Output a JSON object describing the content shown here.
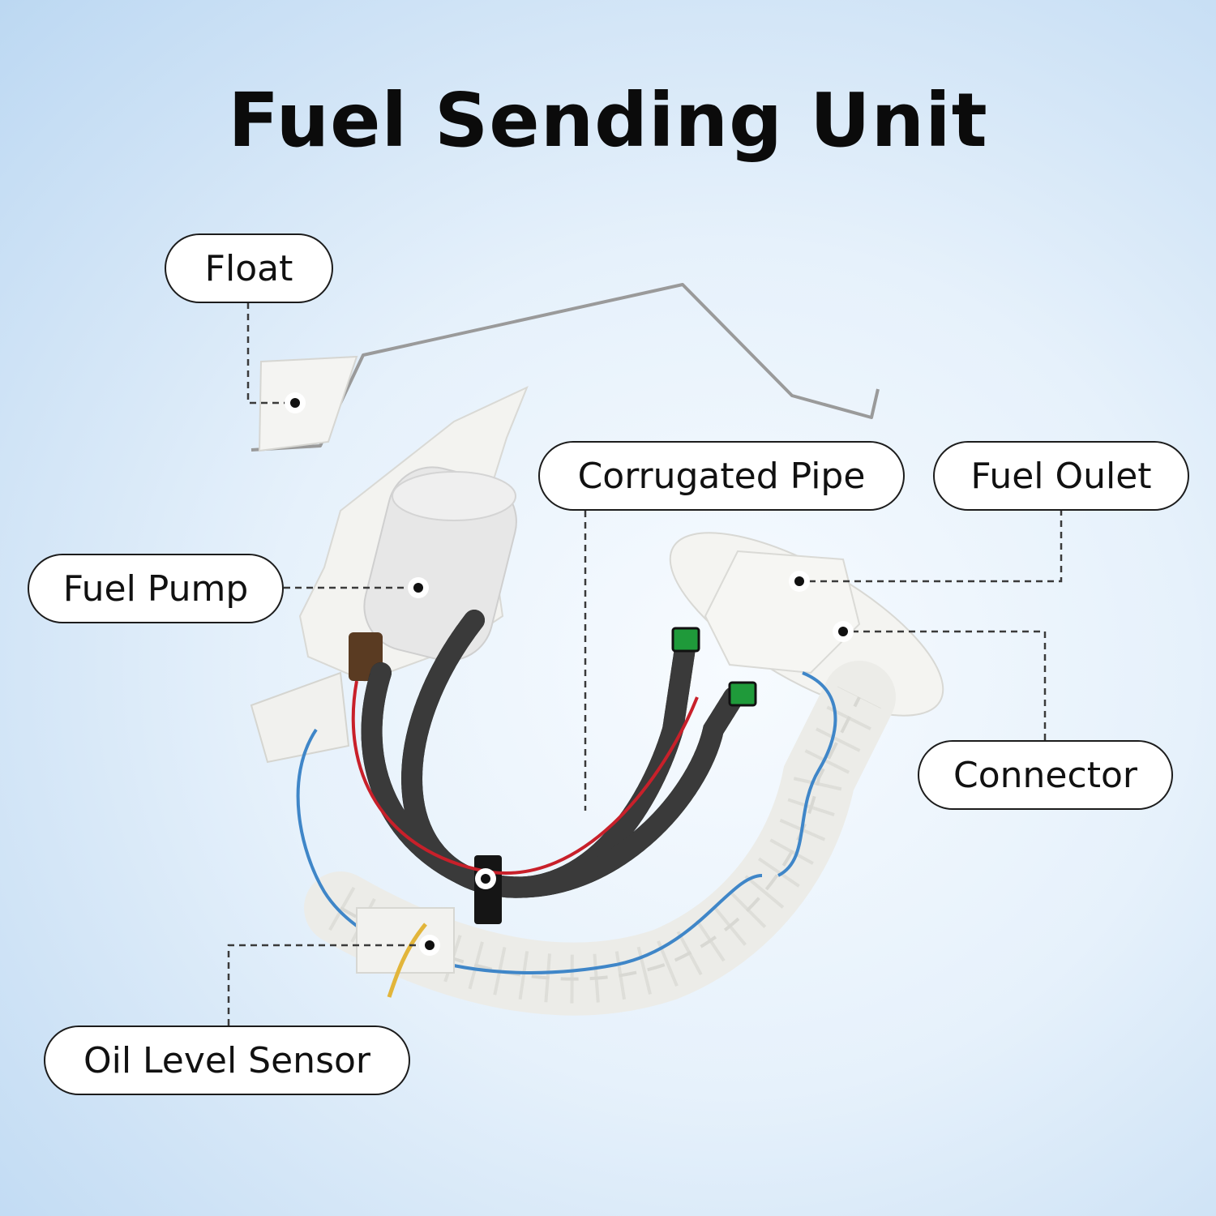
{
  "title": "Fuel Sending Unit",
  "callouts": {
    "float": "Float",
    "corrugated_pipe": "Corrugated Pipe",
    "fuel_outlet": "Fuel Oulet",
    "fuel_pump": "Fuel Pump",
    "connector": "Connector",
    "oil_level_sensor": "Oil Level Sensor"
  },
  "colors": {
    "background": "#dbeaf8",
    "label_border": "#1c1c1c",
    "plastic": "#f2f2ef",
    "hose": "#1b1b1b",
    "wire_red": "#c8202a",
    "wire_blue": "#3f86c8",
    "connector_green": "#1f9a3a"
  }
}
